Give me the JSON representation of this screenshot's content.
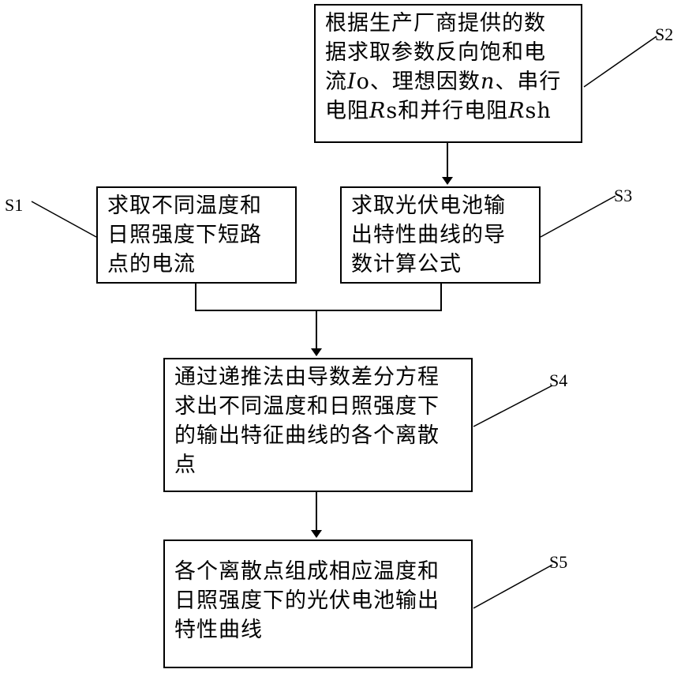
{
  "steps": {
    "s2": {
      "label": "S2",
      "lines": [
        "根据生产厂商提供的数",
        "据求取参数反向饱和电",
        [
          "流",
          {
            "i": "I"
          },
          "o、理想因数",
          {
            "i": "n"
          },
          "、串行"
        ],
        [
          "电阻",
          {
            "i": "R"
          },
          "s和并行电阻",
          {
            "i": "R"
          },
          "sh"
        ]
      ]
    },
    "s1": {
      "label": "S1",
      "lines": [
        "求取不同温度和",
        "日照强度下短路",
        "点的电流"
      ]
    },
    "s3": {
      "label": "S3",
      "lines": [
        "求取光伏电池输",
        "出特性曲线的导",
        "数计算公式"
      ]
    },
    "s4": {
      "label": "S4",
      "lines": [
        "通过递推法由导数差分方程",
        "求出不同温度和日照强度下",
        "的输出特征曲线的各个离散",
        "点"
      ]
    },
    "s5": {
      "label": "S5",
      "lines": [
        "各个离散点组成相应温度和",
        "日照强度下的光伏电池输出",
        "特性曲线"
      ]
    }
  }
}
